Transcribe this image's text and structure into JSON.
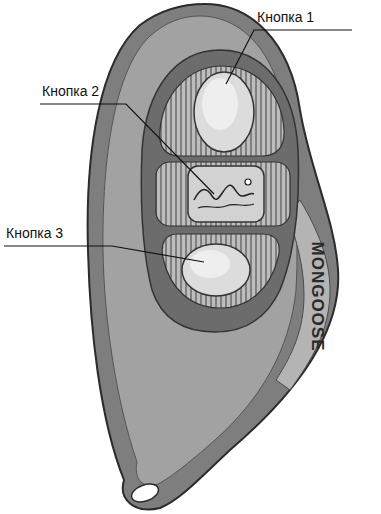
{
  "diagram": {
    "labels": [
      "Кнопка 1",
      "Кнопка 2",
      "Кнопка 3",
      "MONGOOSE"
    ]
  }
}
